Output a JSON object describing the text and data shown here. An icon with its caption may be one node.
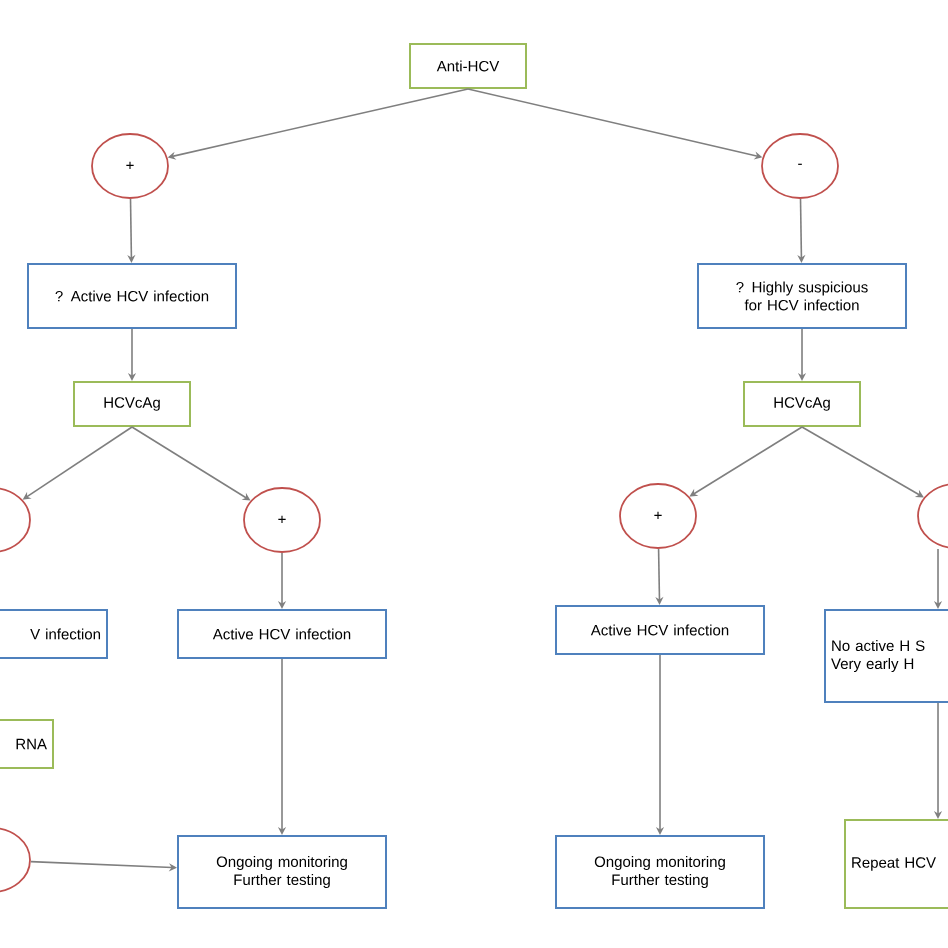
{
  "diagram": {
    "nodes": [
      {
        "text": [
          "Anti-HCV"
        ]
      },
      {
        "text": [
          "+"
        ]
      },
      {
        "text": [
          "-"
        ]
      },
      {
        "text": [
          "? Active HCV infection"
        ]
      },
      {
        "text": [
          "? Highly suspicious for HCV infection"
        ]
      },
      {
        "text": [
          "HCVcAg"
        ]
      },
      {
        "text": [
          "HCVcAg"
        ]
      },
      {
        "text": [],
        "shape": "circle"
      },
      {
        "text": [
          "+"
        ]
      },
      {
        "text": [
          "V infection"
        ]
      },
      {
        "text": [
          "Active HCV infection"
        ]
      },
      {
        "text": [
          "RNA"
        ]
      },
      {
        "text": [],
        "shape": "circle"
      },
      {
        "text": [
          "Ongoing monitoring Further testing"
        ]
      },
      {
        "text": [
          "+"
        ]
      },
      {
        "text": [],
        "shape": "circle"
      },
      {
        "text": [
          "Active HCV infection"
        ]
      },
      {
        "text": [
          "No active H S Very early H"
        ]
      },
      {
        "text": [
          "Ongoing monitoring Further testing"
        ]
      },
      {
        "text": [
          "Repeat HCV"
        ]
      }
    ],
    "edges": [
      {
        "from": 0,
        "to": 1,
        "arrow": "to"
      },
      {
        "from": 0,
        "to": 2,
        "arrow": "to"
      },
      {
        "from": 1,
        "to": 3,
        "arrow": "to"
      },
      {
        "from": 2,
        "to": 4,
        "arrow": "to"
      },
      {
        "from": 3,
        "to": 5,
        "arrow": "to"
      },
      {
        "from": 4,
        "to": 6,
        "arrow": "to"
      },
      {
        "from": 5,
        "to": 7,
        "arrow": "to"
      },
      {
        "from": 5,
        "to": 8,
        "arrow": "to"
      },
      {
        "from": 8,
        "to": 10,
        "arrow": "to"
      },
      {
        "from": 10,
        "to": 13,
        "arrow": "to"
      },
      {
        "from": 12,
        "to": 13,
        "arrow": "to"
      },
      {
        "from": 6,
        "to": 14,
        "arrow": "to"
      },
      {
        "from": 6,
        "to": 15,
        "arrow": "to"
      },
      {
        "from": 14,
        "to": 16,
        "arrow": "to"
      },
      {
        "from": 16,
        "to": 18,
        "arrow": "to"
      },
      {
        "from": 15,
        "to": 17,
        "arrow": "to"
      },
      {
        "from": 17,
        "to": 19,
        "arrow": "to"
      }
    ]
  }
}
